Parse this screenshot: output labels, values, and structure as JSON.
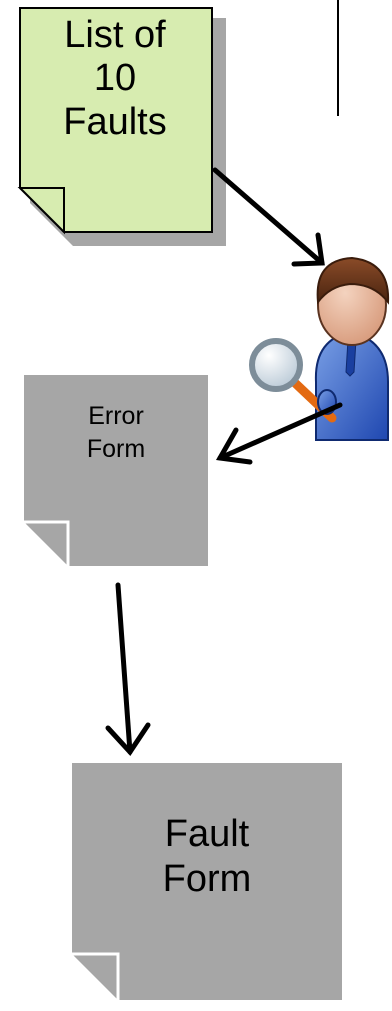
{
  "documents": {
    "list_of_faults": {
      "label": "List of\n10\nFaults",
      "fill": "#d7ecb0",
      "shadow": "#a6a6a6"
    },
    "error_form": {
      "label": "Error\nForm",
      "fill": "#a6a6a6"
    },
    "fault_form": {
      "label": "Fault\nForm",
      "fill": "#a6a6a6"
    }
  },
  "icons": {
    "inspector": "person-with-magnifying-glass-icon"
  },
  "colors": {
    "arrow": "#000000",
    "fold": "#ffffff",
    "line": "#000000"
  }
}
